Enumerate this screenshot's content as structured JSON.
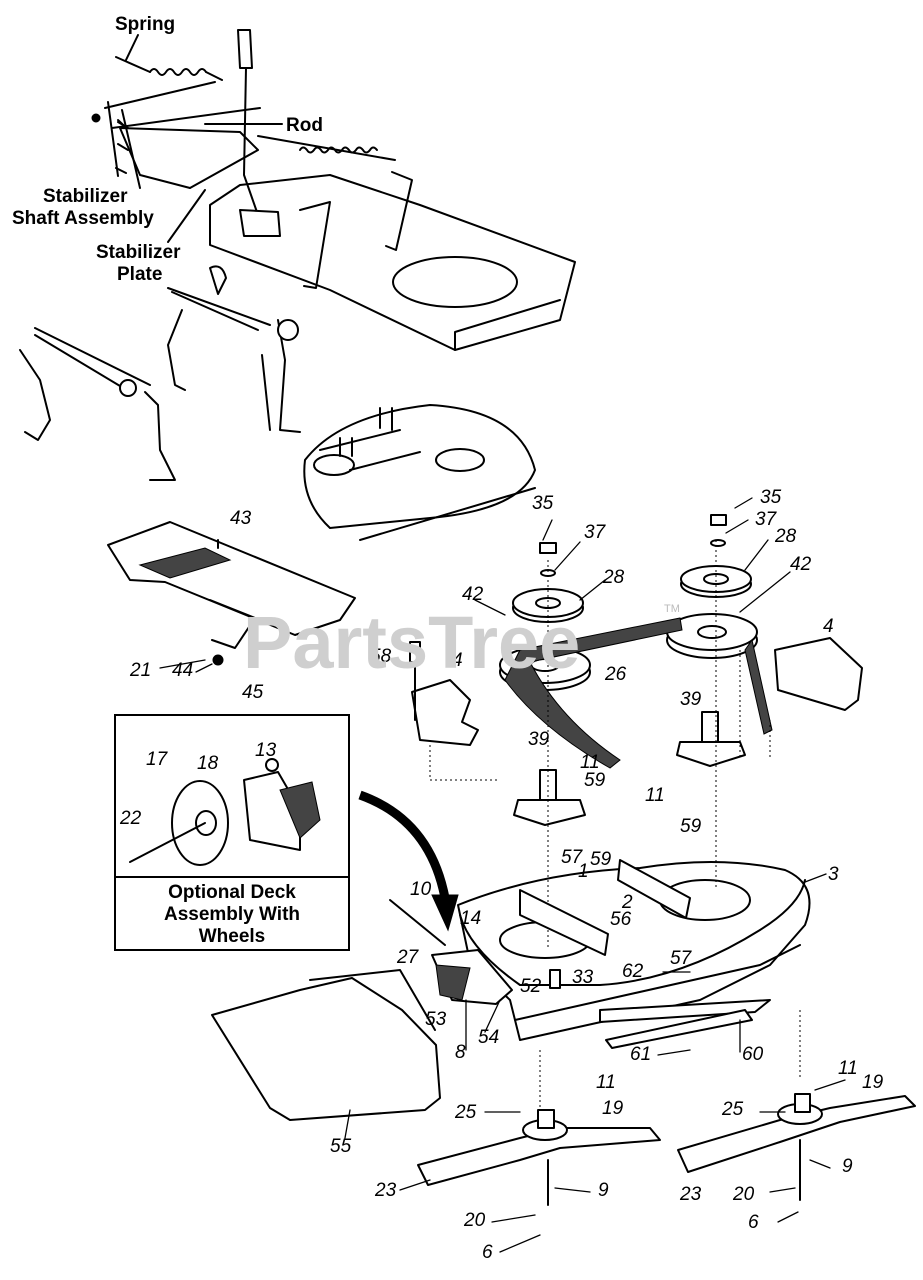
{
  "labels": {
    "spring": "Spring",
    "rod": "Rod",
    "stabilizer_shaft_1": "Stabilizer",
    "stabilizer_shaft_2": "Shaft Assembly",
    "stabilizer_plate_1": "Stabilizer",
    "stabilizer_plate_2": "Plate"
  },
  "inset": {
    "title_1": "Optional Deck",
    "title_2": "Assembly With",
    "title_3": "Wheels",
    "callouts": [
      "13",
      "17",
      "18",
      "22"
    ]
  },
  "watermark": {
    "text": "PartsTree",
    "tm": "TM"
  },
  "callouts": [
    "43",
    "21",
    "44",
    "45",
    "35",
    "37",
    "28",
    "42",
    "26",
    "58",
    "4",
    "39",
    "11",
    "59",
    "57",
    "1",
    "2",
    "56",
    "3",
    "10",
    "14",
    "27",
    "52",
    "33",
    "62",
    "53",
    "8",
    "54",
    "61",
    "60",
    "55",
    "25",
    "19",
    "23",
    "9",
    "20",
    "6"
  ]
}
